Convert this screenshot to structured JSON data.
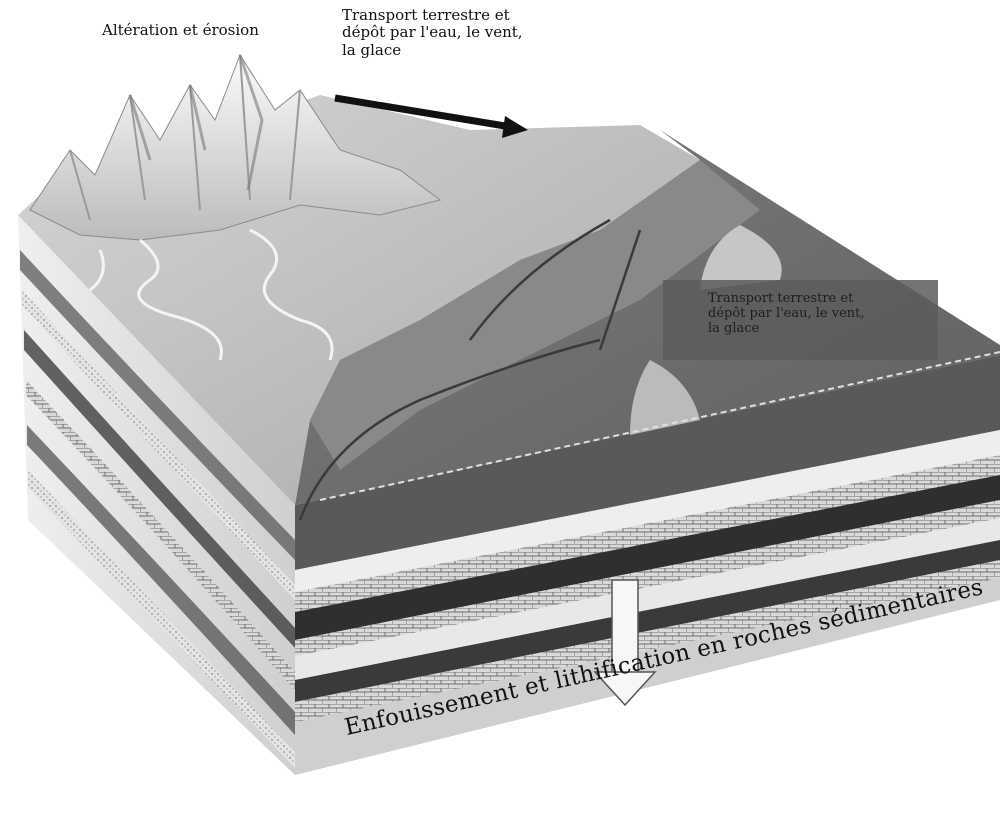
{
  "labels": {
    "alteration": "Altération et érosion",
    "transport_top": [
      "Transport terrestre et",
      "dépôt par l'eau, le vent,",
      "la glace"
    ],
    "transport_box": [
      "Transport terrestre et",
      "dépôt par l'eau, le vent,",
      "la glace"
    ],
    "enfouissement": "Enfouissement et lithification en roches sédimentaires"
  },
  "colors": {
    "sky": "#ffffff",
    "mountain_light": "#f0f0f0",
    "mountain_shadow": "#8e8e8e",
    "land": "#bdbdbd",
    "coast": "#9c9c9c",
    "ocean_shallow": "#8a8a8a",
    "ocean_deep": "#6a6a6a",
    "layer_light": "#e6e6e6",
    "layer_dark": "#4a4a4a",
    "label_box": "#5c5c5c"
  }
}
